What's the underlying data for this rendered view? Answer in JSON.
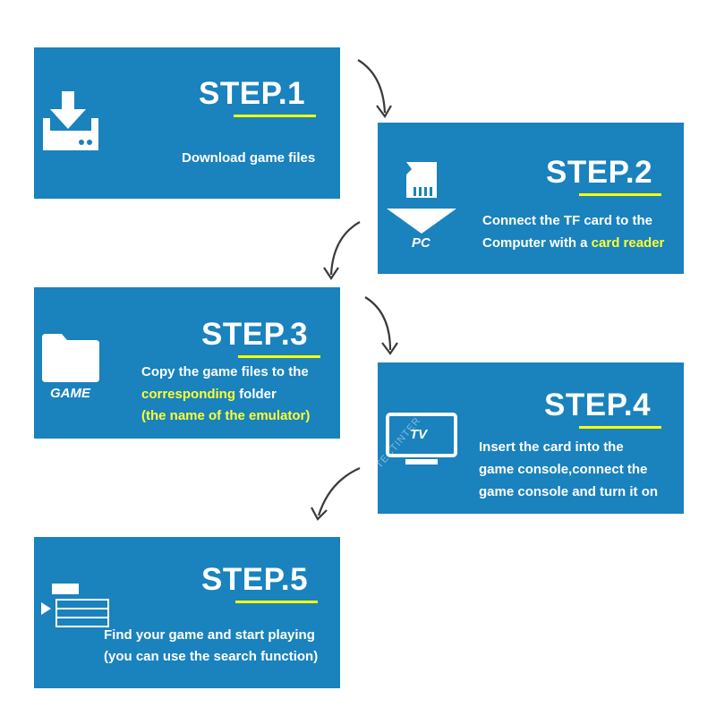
{
  "steps": [
    {
      "title": "STEP.1",
      "lines": [
        "Download game files"
      ],
      "icon": "download-icon"
    },
    {
      "title": "STEP.2",
      "line1": "Connect the TF card to the",
      "line2_prefix": "Computer with a ",
      "line2_highlight": "card reader",
      "icon": "sd-card-to-pc-icon",
      "icon_label": "PC"
    },
    {
      "title": "STEP.3",
      "line1": "Copy the game files to the",
      "line2_highlight": "corresponding",
      "line2_suffix": " folder",
      "line3_highlight": "(the name of the emulator)",
      "icon": "folder-icon",
      "icon_label": "GAME"
    },
    {
      "title": "STEP.4",
      "lines": [
        "Insert the card into the",
        "game console,connect the",
        "game console and turn it on"
      ],
      "icon": "tv-icon",
      "icon_label": "TV"
    },
    {
      "title": "STEP.5",
      "lines": [
        "Find your game and start playing",
        "(you can use the search function)"
      ],
      "icon": "game-list-icon"
    }
  ],
  "watermark": "TECTINTER",
  "colors": {
    "card": "#1a82bd",
    "highlight": "#ffff33",
    "underline": "#ffff00",
    "arrow": "#3a3a3a"
  }
}
